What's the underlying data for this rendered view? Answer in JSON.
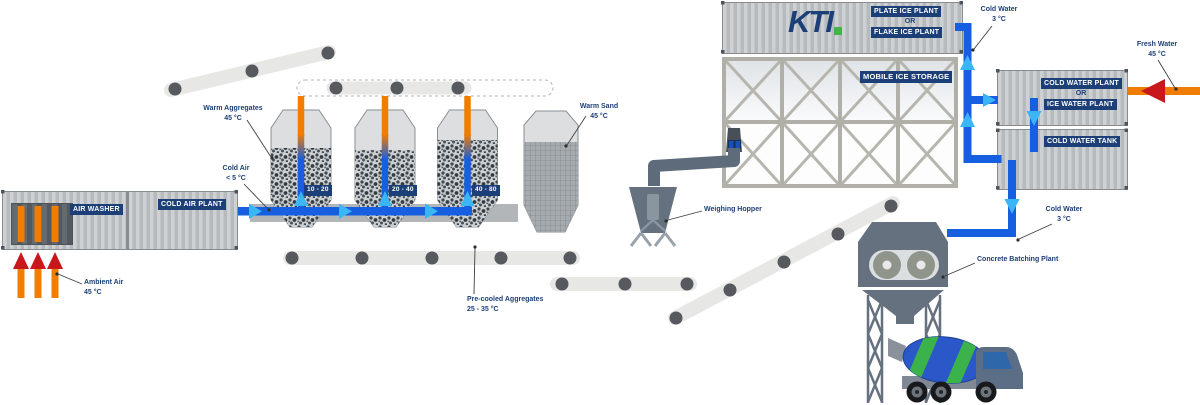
{
  "diagram_title": "KTI concrete cooling plant process flow",
  "colors": {
    "navy": "#1c3f77",
    "orange": "#f07d00",
    "red": "#c8181c",
    "pipe_blue": "#155fe0",
    "arrow_cyan": "#3ab5f5",
    "green": "#3db54a",
    "machine_gray": "#66717f"
  },
  "plant": {
    "air_washer": "AIR WASHER",
    "cold_air_plant": "COLD AIR PLANT",
    "kti_logo": "KTI",
    "plate_ice_plant": "PLATE ICE PLANT",
    "or_top": "OR",
    "flake_ice_plant": "FLAKE ICE PLANT",
    "mobile_ice_storage": "MOBILE ICE STORAGE",
    "cold_water_plant": "COLD WATER PLANT",
    "or_right": "OR",
    "ice_water_plant": "ICE WATER PLANT",
    "cold_water_tank": "COLD WATER TANK"
  },
  "bins": {
    "bin1": "10 - 20",
    "bin2": "20 - 40",
    "bin3": "40 - 80"
  },
  "flow_labels": {
    "ambient_air": {
      "name": "Ambient Air",
      "value": "45 °C"
    },
    "cold_air": {
      "name": "Cold Air",
      "value": "< 5 °C"
    },
    "warm_aggregates": {
      "name": "Warm Aggregates",
      "value": "45 °C"
    },
    "warm_sand": {
      "name": "Warm Sand",
      "value": "45 °C"
    },
    "pre_cooled_aggregates": {
      "name": "Pre-cooled Aggregates",
      "value": "25 - 35 °C"
    },
    "cold_water_ice": {
      "name": "Cold Water",
      "value": "3 °C"
    },
    "fresh_water": {
      "name": "Fresh Water",
      "value": "45 °C"
    },
    "cold_water_batching": {
      "name": "Cold Water",
      "value": "3 °C"
    },
    "weighing_hopper": {
      "name": "Weighing Hopper"
    },
    "concrete_batching_plant": {
      "name": "Concrete Batching Plant"
    }
  }
}
